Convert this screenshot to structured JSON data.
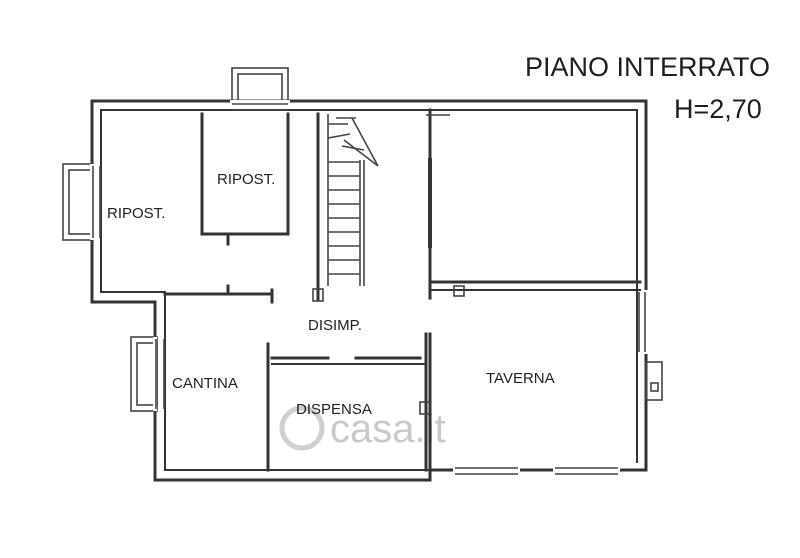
{
  "heading": {
    "title": "PIANO INTERRATO",
    "height": "H=2,70"
  },
  "rooms": {
    "ripost_left": "RIPOST.",
    "ripost_top": "RIPOST.",
    "disimp": "DISIMP.",
    "cantina": "CANTINA",
    "dispensa": "DISPENSA",
    "taverna": "TAVERNA"
  },
  "watermark": "casa.it",
  "colors": {
    "wall": "#333333",
    "text": "#222222",
    "watermark": "#c9c9c9"
  }
}
